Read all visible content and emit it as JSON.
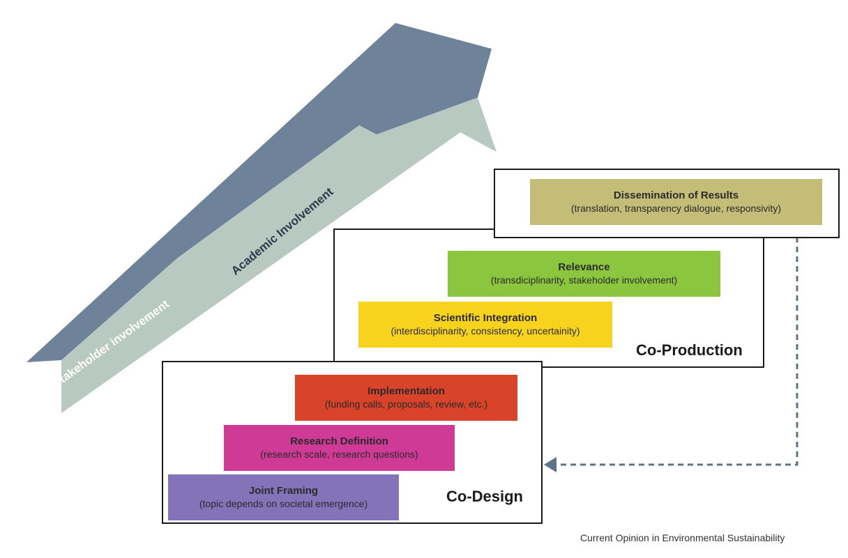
{
  "arrow": {
    "upper_label": "Academic Involvement",
    "lower_label": "Stakeholder involvement",
    "upper_color": "#6e8399",
    "lower_color": "#b7c9c0"
  },
  "co_production": {
    "label": "Co-Production",
    "dissemination": {
      "title": "Dissemination of Results",
      "subtitle": "(translation, transparency dialogue, responsivity)",
      "color": "#c3bd78"
    },
    "relevance": {
      "title": "Relevance",
      "subtitle": "(transdiciplinarity, stakeholder involvement)",
      "color": "#8cc63e"
    },
    "scientific_integration": {
      "title": "Scientific Integration",
      "subtitle": "(interdisciplinarity, consistency, uncertainity)",
      "color": "#f7d31e"
    }
  },
  "co_design": {
    "label": "Co-Design",
    "implementation": {
      "title": "Implementation",
      "subtitle": "(funding calls, proposals, review, etc.)",
      "color": "#d9432a"
    },
    "research_definition": {
      "title": "Research Definition",
      "subtitle": "(research scale, research questions)",
      "color": "#cf3a96"
    },
    "joint_framing": {
      "title": "Joint Framing",
      "subtitle": "(topic depends on societal emergence)",
      "color": "#8573ba"
    }
  },
  "feedback_color": "#5e7388",
  "source": "Current Opinion in Environmental Sustainability"
}
